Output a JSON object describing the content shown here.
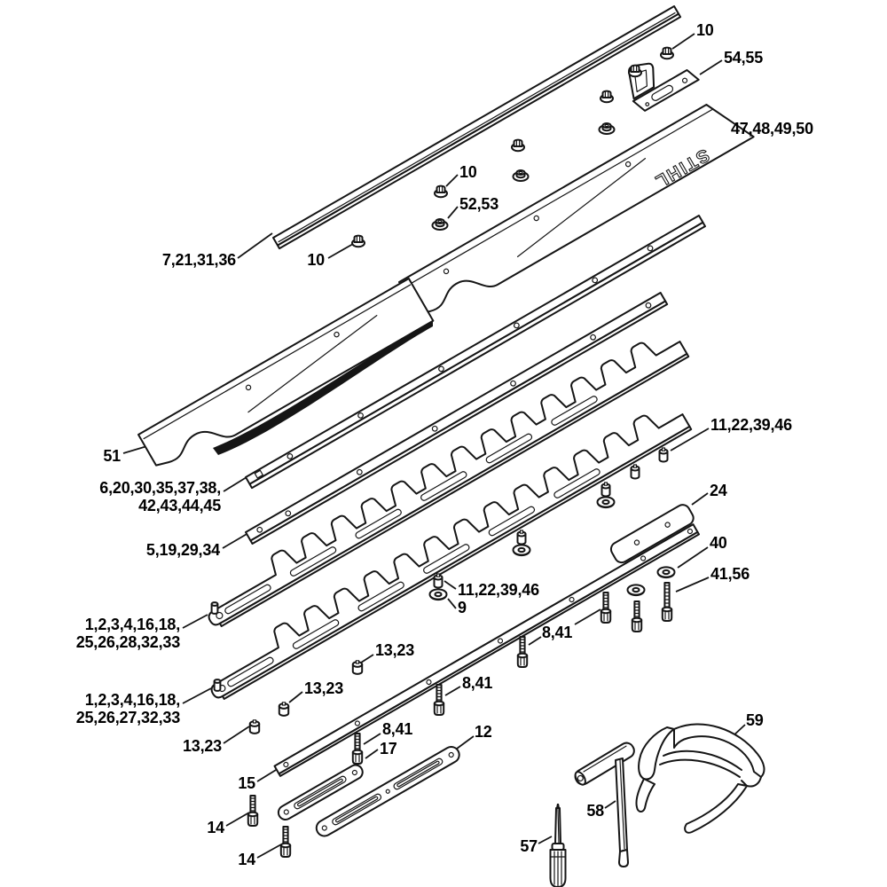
{
  "figure": {
    "type": "exploded-parts-diagram",
    "background": "#ffffff",
    "line_color": "#151515"
  },
  "brand": {
    "logo_text": "STIHL"
  },
  "labels": [
    {
      "id": "nut-top",
      "text": "10"
    },
    {
      "id": "deflector",
      "text": "54,55"
    },
    {
      "id": "cover",
      "text": "47,48,49,50"
    },
    {
      "id": "nut-mid",
      "text": "10"
    },
    {
      "id": "collar-washer",
      "text": "52,53"
    },
    {
      "id": "nut-left",
      "text": "10"
    },
    {
      "id": "clamping-strip",
      "text": "7,21,31,36"
    },
    {
      "id": "tip-guard",
      "text": "51"
    },
    {
      "id": "guide-rail-l1",
      "text": "6,20,30,35,37,38,"
    },
    {
      "id": "guide-rail-l2",
      "text": "42,43,44,45"
    },
    {
      "id": "support-bar",
      "text": "5,19,29,34"
    },
    {
      "id": "spacer-right",
      "text": "11,22,39,46"
    },
    {
      "id": "plate-24",
      "text": "24"
    },
    {
      "id": "washer-40",
      "text": "40"
    },
    {
      "id": "bolt-41-56",
      "text": "41,56"
    },
    {
      "id": "blade-upper-l1",
      "text": "1,2,3,4,16,18,"
    },
    {
      "id": "blade-upper-l2",
      "text": "25,26,28,32,33"
    },
    {
      "id": "blade-lower-l1",
      "text": "1,2,3,4,16,18,"
    },
    {
      "id": "blade-lower-l2",
      "text": "25,26,27,32,33"
    },
    {
      "id": "spacer-mid",
      "text": "11,22,39,46"
    },
    {
      "id": "washer-9",
      "text": "9"
    },
    {
      "id": "bolt-841-a",
      "text": "8,41"
    },
    {
      "id": "sleeve-a",
      "text": "13,23"
    },
    {
      "id": "sleeve-b",
      "text": "13,23"
    },
    {
      "id": "bolt-841-b",
      "text": "8,41"
    },
    {
      "id": "sleeve-c",
      "text": "13,23"
    },
    {
      "id": "bolt-841-c",
      "text": "8,41"
    },
    {
      "id": "screw-17",
      "text": "17"
    },
    {
      "id": "strap-12",
      "text": "12"
    },
    {
      "id": "bar-15",
      "text": "15"
    },
    {
      "id": "bolt-14-a",
      "text": "14"
    },
    {
      "id": "bolt-14-b",
      "text": "14"
    },
    {
      "id": "screwdriver-57",
      "text": "57"
    },
    {
      "id": "wrench-58",
      "text": "58"
    },
    {
      "id": "glasses-59",
      "text": "59"
    }
  ]
}
